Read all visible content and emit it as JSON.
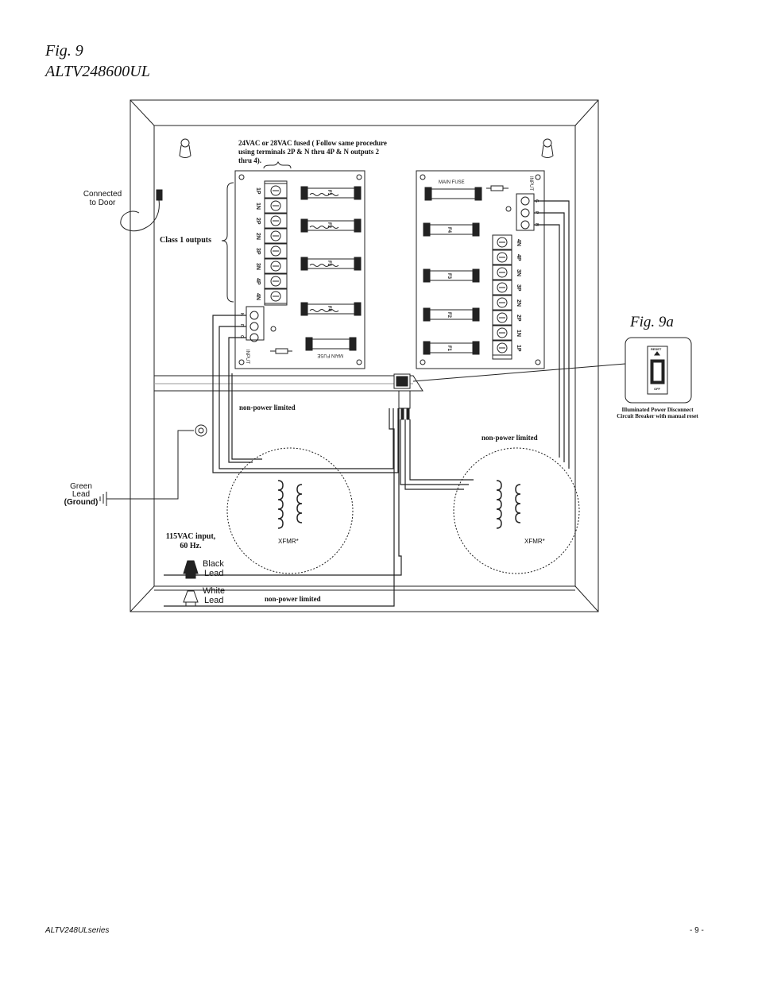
{
  "title": {
    "fig": "Fig. 9",
    "model": "ALTV248600UL"
  },
  "labels": {
    "fuse_note": "24VAC or 28VAC fused ( Follow same procedure using terminals 2P & N thru 4P & N outputs 2 thru 4).",
    "connected_to_door": "Connected to Door",
    "class1_outputs": "Class 1 outputs",
    "npl_left": "non-power limited",
    "npl_right": "non-power limited",
    "npl_bottom": "non-power limited",
    "green_lead_1": "Green",
    "green_lead_2": "Lead",
    "green_lead_3": "(Ground)",
    "input_voltage_1": "115VAC input,",
    "input_voltage_2": "60 Hz.",
    "black_lead_1": "Black",
    "black_lead_2": "Lead",
    "white_lead_1": "White",
    "white_lead_2": "Lead",
    "xfmr_left": "XFMR*",
    "xfmr_right": "XFMR*"
  },
  "left_board": {
    "terminals": [
      "1P",
      "1N",
      "2P",
      "2N",
      "3P",
      "3N",
      "4P",
      "4N"
    ],
    "fuses": [
      "F1",
      "F2",
      "F3",
      "F4"
    ],
    "input_terms": [
      "N",
      "P",
      "G"
    ],
    "input_label": "INPUT",
    "main_fuse": "MAIN FUSE"
  },
  "right_board": {
    "terminals": [
      "4N",
      "4P",
      "3N",
      "3P",
      "2N",
      "2P",
      "1N",
      "1P"
    ],
    "fuses": [
      "F4",
      "F3",
      "F2",
      "F1"
    ],
    "input_terms": [
      "G",
      "P",
      "N"
    ],
    "input_label": "INPUT",
    "main_fuse": "MAIN FUSE"
  },
  "fig9a": {
    "title": "Fig. 9a",
    "reset": "RESET",
    "off": "OFF",
    "caption_1": "Illuminated Power Disconnect",
    "caption_2": "Circuit Breaker with manual reset"
  },
  "footer": {
    "left": "ALTV248ULseries",
    "right": "- 9 -"
  }
}
